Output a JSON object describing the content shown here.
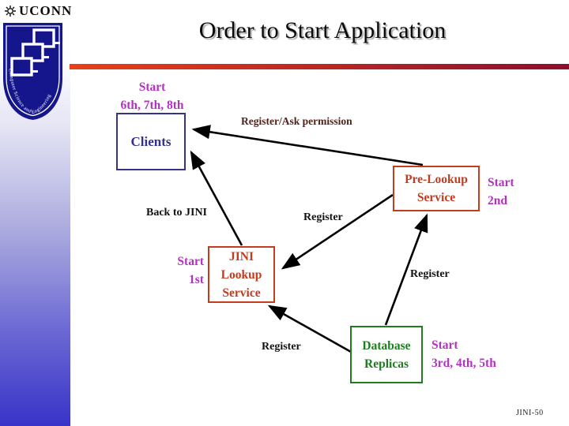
{
  "branding": {
    "wordmark": "UCONN",
    "seal_text": "Computer Science and Engineering"
  },
  "slide": {
    "title": "Order to Start Application",
    "footer": "JINI-50"
  },
  "colors": {
    "start_order_magenta": "#b331c1",
    "clients_node_blue": "#33338f",
    "service_node_red": "#c43b1e",
    "database_node_green": "#1e7d1e",
    "title_bar_left": "#e8401a",
    "title_bar_right": "#8e0e2e",
    "sidebar_bottom_blue": "#3833c7",
    "register_ask_label": "#52211b"
  },
  "diagram": {
    "nodes": {
      "clients": {
        "label": "Clients"
      },
      "prelookup": {
        "label_line1": "Pre-Lookup",
        "label_line2": "Service"
      },
      "jini_lookup": {
        "label_line1": "JINI",
        "label_line2": "Lookup",
        "label_line3": "Service"
      },
      "database": {
        "label_line1": "Database",
        "label_line2": "Replicas"
      }
    },
    "start_orders": {
      "clients": {
        "line1": "Start",
        "line2": "6th, 7th, 8th"
      },
      "prelookup": {
        "line1": "Start",
        "line2": "2nd"
      },
      "jini_lookup": {
        "line1": "Start",
        "line2": "1st"
      },
      "database": {
        "line1": "Start",
        "line2": "3rd, 4th, 5th"
      }
    },
    "edge_labels": {
      "register_ask_permission": "Register/Ask permission",
      "back_to_jini": "Back to JINI",
      "register_prelookup_to_jini": "Register",
      "register_database_to_prelookup": "Register",
      "register_database_to_jini": "Register"
    }
  }
}
